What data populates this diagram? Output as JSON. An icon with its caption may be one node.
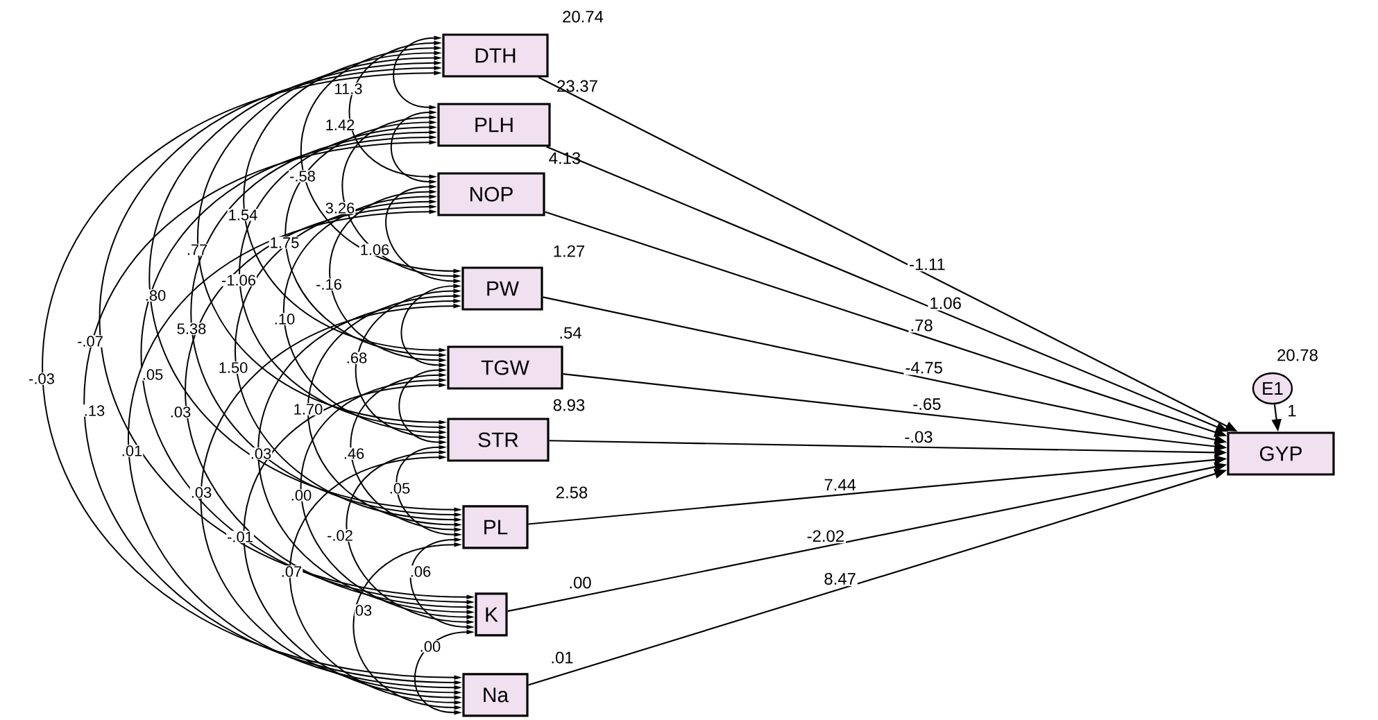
{
  "diagram": {
    "nodes": [
      {
        "text": [
          "DTH"
        ],
        "beside": [
          "20.74"
        ]
      },
      {
        "text": [
          "PLH"
        ],
        "beside": [
          "23.37"
        ]
      },
      {
        "text": [
          "NOP"
        ],
        "beside": [
          "4.13"
        ]
      },
      {
        "text": [
          "PW"
        ],
        "beside": [
          "1.27"
        ]
      },
      {
        "text": [
          "TGW"
        ],
        "beside": [
          ".54"
        ]
      },
      {
        "text": [
          "STR"
        ],
        "beside": [
          "8.93"
        ]
      },
      {
        "text": [
          "PL"
        ],
        "beside": [
          "2.58"
        ]
      },
      {
        "text": [
          "K"
        ],
        "beside": [
          ".00"
        ]
      },
      {
        "text": [
          "Na"
        ],
        "beside": [
          ".01"
        ]
      },
      {
        "text": [
          "GYP"
        ]
      },
      {
        "text": [
          "E1"
        ],
        "beside": [
          "20.78"
        ]
      }
    ],
    "edges": [
      {
        "from": 0,
        "to": 9,
        "arrow": "to",
        "label": "-1.11"
      },
      {
        "from": 1,
        "to": 9,
        "arrow": "to",
        "label": "1.06"
      },
      {
        "from": 2,
        "to": 9,
        "arrow": "to",
        "label": ".78"
      },
      {
        "from": 3,
        "to": 9,
        "arrow": "to",
        "label": "-4.75"
      },
      {
        "from": 4,
        "to": 9,
        "arrow": "to",
        "label": "-.65"
      },
      {
        "from": 5,
        "to": 9,
        "arrow": "to",
        "label": "-.03"
      },
      {
        "from": 6,
        "to": 9,
        "arrow": "to",
        "label": "7.44"
      },
      {
        "from": 7,
        "to": 9,
        "arrow": "to",
        "label": "-2.02"
      },
      {
        "from": 8,
        "to": 9,
        "arrow": "to",
        "label": "8.47"
      },
      {
        "from": 10,
        "to": 9,
        "arrow": "to",
        "label": "1"
      },
      {
        "from": 0,
        "to": 1,
        "arrow": "both"
      },
      {
        "from": 0,
        "to": 2,
        "arrow": "both"
      },
      {
        "from": 0,
        "to": 3,
        "arrow": "both"
      },
      {
        "from": 0,
        "to": 4,
        "arrow": "both"
      },
      {
        "from": 0,
        "to": 5,
        "arrow": "both"
      },
      {
        "from": 0,
        "to": 6,
        "arrow": "both"
      },
      {
        "from": 0,
        "to": 7,
        "arrow": "both"
      },
      {
        "from": 0,
        "to": 8,
        "arrow": "both"
      },
      {
        "from": 1,
        "to": 2,
        "arrow": "both"
      },
      {
        "from": 1,
        "to": 3,
        "arrow": "both"
      },
      {
        "from": 1,
        "to": 4,
        "arrow": "both"
      },
      {
        "from": 1,
        "to": 5,
        "arrow": "both"
      },
      {
        "from": 1,
        "to": 6,
        "arrow": "both"
      },
      {
        "from": 1,
        "to": 7,
        "arrow": "both"
      },
      {
        "from": 1,
        "to": 8,
        "arrow": "both"
      },
      {
        "from": 2,
        "to": 3,
        "arrow": "both"
      },
      {
        "from": 2,
        "to": 4,
        "arrow": "both"
      },
      {
        "from": 2,
        "to": 5,
        "arrow": "both"
      },
      {
        "from": 2,
        "to": 6,
        "arrow": "both"
      },
      {
        "from": 2,
        "to": 7,
        "arrow": "both"
      },
      {
        "from": 2,
        "to": 8,
        "arrow": "both"
      },
      {
        "from": 3,
        "to": 4,
        "arrow": "both"
      },
      {
        "from": 3,
        "to": 5,
        "arrow": "both"
      },
      {
        "from": 3,
        "to": 6,
        "arrow": "both"
      },
      {
        "from": 3,
        "to": 7,
        "arrow": "both"
      },
      {
        "from": 3,
        "to": 8,
        "arrow": "both"
      },
      {
        "from": 4,
        "to": 5,
        "arrow": "both"
      },
      {
        "from": 4,
        "to": 6,
        "arrow": "both"
      },
      {
        "from": 4,
        "to": 7,
        "arrow": "both"
      },
      {
        "from": 4,
        "to": 8,
        "arrow": "both"
      },
      {
        "from": 5,
        "to": 6,
        "arrow": "both"
      },
      {
        "from": 5,
        "to": 7,
        "arrow": "both"
      },
      {
        "from": 5,
        "to": 8,
        "arrow": "both"
      },
      {
        "from": 6,
        "to": 7,
        "arrow": "both"
      },
      {
        "from": 6,
        "to": 8,
        "arrow": "both"
      },
      {
        "from": 7,
        "to": 8,
        "arrow": "both"
      }
    ],
    "labels": [
      "11.3",
      "1.42",
      "-.58",
      "1.54",
      "3.26",
      ".77",
      "1.75",
      "1.06",
      ".80",
      "-1.06",
      "-.16",
      ".10",
      "5.38",
      "-.07",
      ".68",
      "-.03",
      ".05",
      "1.50",
      ".13",
      ".03",
      "1.70",
      ".01",
      ".03",
      ".46",
      ".03",
      ".00",
      ".05",
      "-.01",
      "-.02",
      ".07",
      ".06",
      "03",
      ".00"
    ]
  }
}
